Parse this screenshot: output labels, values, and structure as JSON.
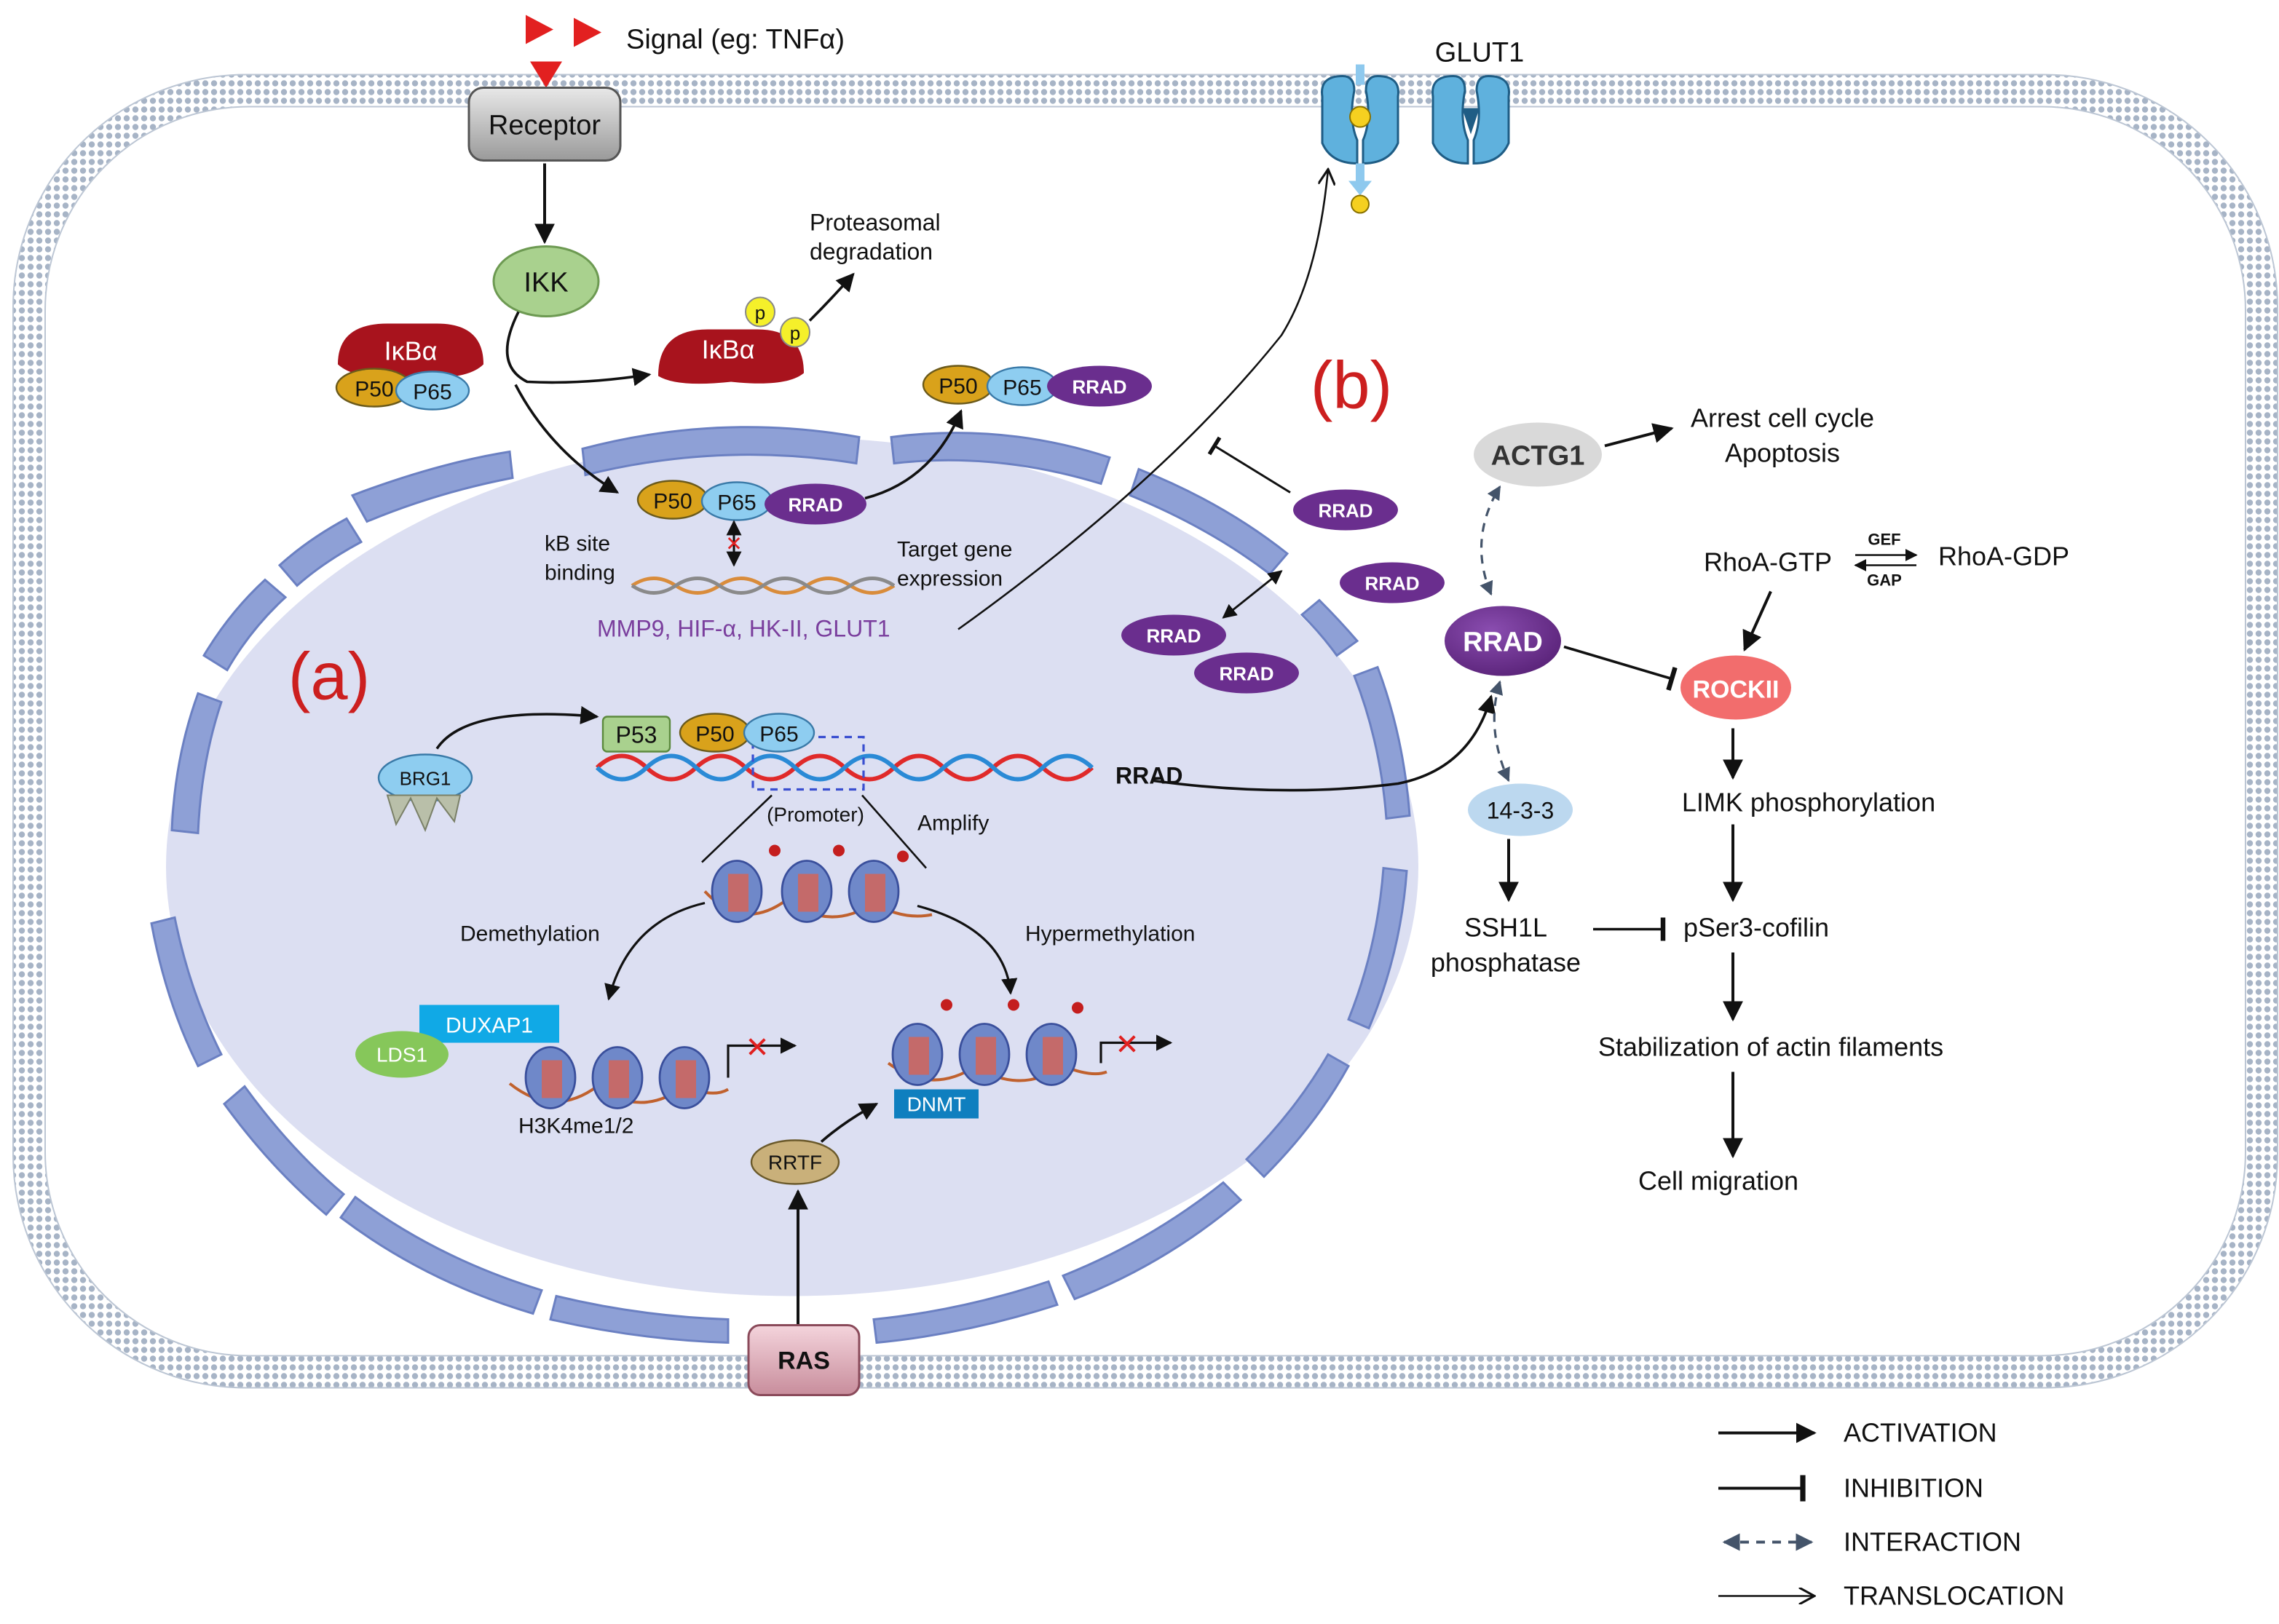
{
  "signal_label": "Signal (eg: TNFα)",
  "receptor_label": "Receptor",
  "ikk_label": "IKK",
  "ikba_label": "IκBα",
  "phospho_label": "p",
  "proteasomal_line1": "Proteasomal",
  "proteasomal_line2": "degradation",
  "p50_label": "P50",
  "p65_label": "P65",
  "rrad_label": "RRAD",
  "p53_label": "P53",
  "panel_a_label": "(a)",
  "panel_b_label": "(b)",
  "kb_site_line1": "kB site",
  "kb_site_line2": "binding",
  "target_gene_line1": "Target gene",
  "target_gene_line2": "expression",
  "target_genes": "MMP9, HIF-α, HK-II, GLUT1",
  "glut1_label": "GLUT1",
  "brg1_label": "BRG1",
  "promoter_label": "(Promoter)",
  "amplify_label": "Amplify",
  "rrad_gene_label": "RRAD",
  "demethylation_label": "Demethylation",
  "hypermethylation_label": "Hypermethylation",
  "duxap1_label": "DUXAP1",
  "lds1_label": "LDS1",
  "h3k4_label": "H3K4me1/2",
  "dnmt_label": "DNMT",
  "rrtf_label": "RRTF",
  "ras_label": "RAS",
  "actg1_label": "ACTG1",
  "arrest_line1": "Arrest cell cycle",
  "arrest_line2": "Apoptosis",
  "rhoa_gtp_label": "RhoA-GTP",
  "rhoa_gdp_label": "RhoA-GDP",
  "gef_label": "GEF",
  "gap_label": "GAP",
  "rockii_label": "ROCKII",
  "limk_label": "LIMK phosphorylation",
  "ywhaz_label": "14-3-3",
  "ssh1l_line1": "SSH1L",
  "ssh1l_line2": "phosphatase",
  "cofilin_label": "pSer3-cofilin",
  "actin_label": "Stabilization of actin filaments",
  "migration_label": "Cell migration",
  "legend": {
    "activation": "ACTIVATION",
    "inhibition": "INHIBITION",
    "interaction": "INTERACTION",
    "translocation": "TRANSLOCATION"
  },
  "colors": {
    "membrane": "#aab8cc",
    "nucleus_fill": "#dcdff2",
    "nuclear_envelope": "#7f95cf",
    "rrad": "#6a2e8e",
    "ikba": "#a8131d",
    "p50": "#d9a21b",
    "p65": "#8ecdf0",
    "ikk": "#a9d18e",
    "panel_label": "#cc1f1f",
    "target_genes": "#7a3e9d",
    "rockii": "#f26d6d",
    "ywhaz": "#bcd8ef",
    "actg1": "#d9d9d9",
    "interaction": "#44546a"
  }
}
